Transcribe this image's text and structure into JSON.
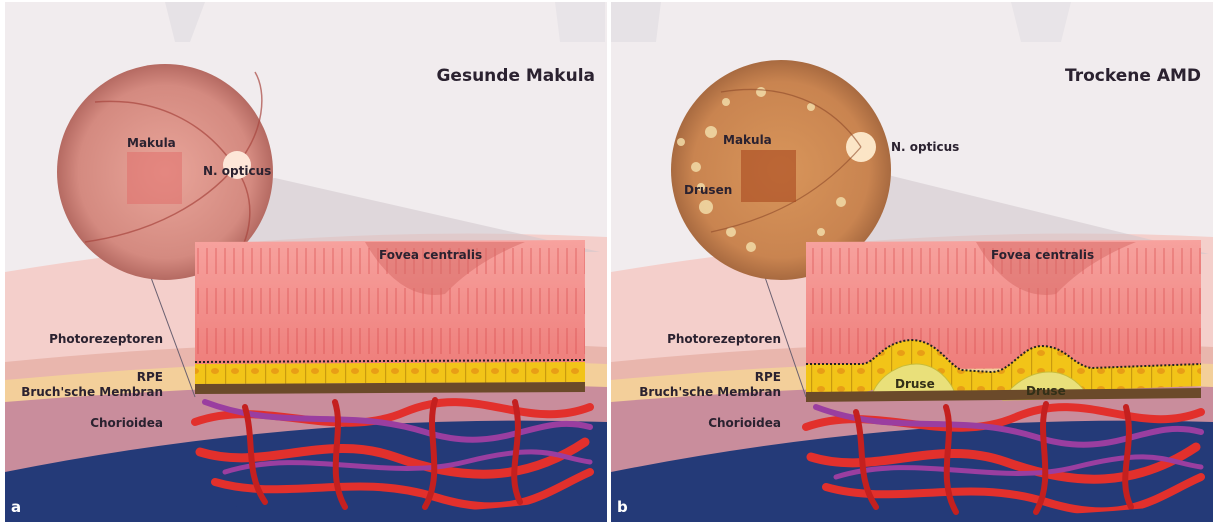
{
  "panels": [
    {
      "title": "Gesunde Makula",
      "letter": "a",
      "fundus": {
        "macula": "Makula",
        "optic_nerve": "N. opticus"
      },
      "fovea": "Fovea centralis",
      "layers": {
        "photoreceptors": "Photorezeptoren",
        "rpe": "RPE",
        "bruch": "Bruch'sche Membran",
        "choroid": "Chorioidea"
      }
    },
    {
      "title": "Trockene AMD",
      "letter": "b",
      "fundus": {
        "macula": "Makula",
        "optic_nerve": "N. opticus",
        "drusen": "Drusen"
      },
      "fovea": "Fovea centralis",
      "layers": {
        "photoreceptors": "Photorezeptoren",
        "rpe": "RPE",
        "bruch": "Bruch'sche Membran",
        "choroid": "Chorioidea"
      },
      "druse_labels": [
        "Druse",
        "Druse"
      ]
    }
  ],
  "colors": {
    "background_top": "#f3eef0",
    "band_pink": "#f4cfcb",
    "band_choroid": "#c98d9c",
    "band_blue": "#243a78",
    "retina": "#f28a86",
    "rpe": "#f2c418",
    "bruch": "#6b4a2a",
    "vessel_red": "#e2302c",
    "vessel_purple": "#9a3ea0",
    "druse": "#e9e07a"
  }
}
